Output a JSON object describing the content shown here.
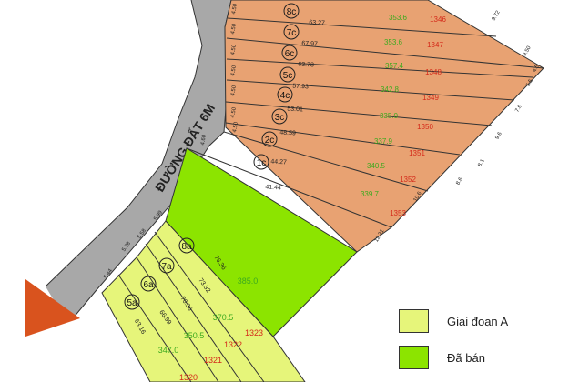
{
  "road": {
    "label": "ĐƯỜNG ĐẤT 6M"
  },
  "colors": {
    "orange_lots": "#E8A272",
    "sold": "#8CE400",
    "phase_a": "#E6F57A",
    "road": "#A8A8A8",
    "arrow": "#D9531E",
    "area_text": "#3DAA1E",
    "lot_text": "#D42A1A"
  },
  "orange_lots": [
    {
      "code": "8c",
      "area": "353.6",
      "lot": "1346",
      "len": "63.27"
    },
    {
      "code": "7c",
      "area": "353.6",
      "lot": "1347",
      "len": "67.97"
    },
    {
      "code": "6c",
      "area": "357.4",
      "lot": "1348",
      "len": "63.73"
    },
    {
      "code": "5c",
      "area": "342.8",
      "lot": "1349",
      "len": "57.93"
    },
    {
      "code": "4c",
      "area": "335.0",
      "lot": "1350",
      "len": "53.01"
    },
    {
      "code": "3c",
      "area": "337.9",
      "lot": "1351",
      "len": "48.59"
    },
    {
      "code": "2c",
      "area": "340.5",
      "lot": "1352",
      "len": "44.27"
    },
    {
      "code": "1c",
      "area": "339.7",
      "lot": "1353",
      "len": "41.44"
    }
  ],
  "front_widths": [
    "4.50",
    "4.50",
    "4.50",
    "4.50",
    "4.50",
    "4.50",
    "4.50",
    "4.60"
  ],
  "back_widths": [
    "9.72",
    "9.50",
    "4.5",
    "5.5",
    "7.6",
    "9.6",
    "8.1",
    "8.6",
    "10.6",
    "12.21"
  ],
  "yellow_lots": [
    {
      "code": "8a",
      "area": "385.0",
      "lot": "1323",
      "len": "76.36"
    },
    {
      "code": "7a",
      "area": "370.5",
      "lot": "1322",
      "len": "73.32"
    },
    {
      "code": "6a",
      "area": "350.5",
      "lot": "1321",
      "len": "70.36"
    },
    {
      "code": "5a",
      "area": "347.0",
      "lot": "1320",
      "len": "66.99"
    }
  ],
  "yellow_front_widths": [
    "5.99",
    "5.58",
    "5.28",
    "5.44"
  ],
  "yellow_bottom_len": "63.16",
  "legend": [
    {
      "key": "phase_a",
      "label": "Giai đoạn A"
    },
    {
      "key": "sold",
      "label": "Đã bán"
    }
  ]
}
